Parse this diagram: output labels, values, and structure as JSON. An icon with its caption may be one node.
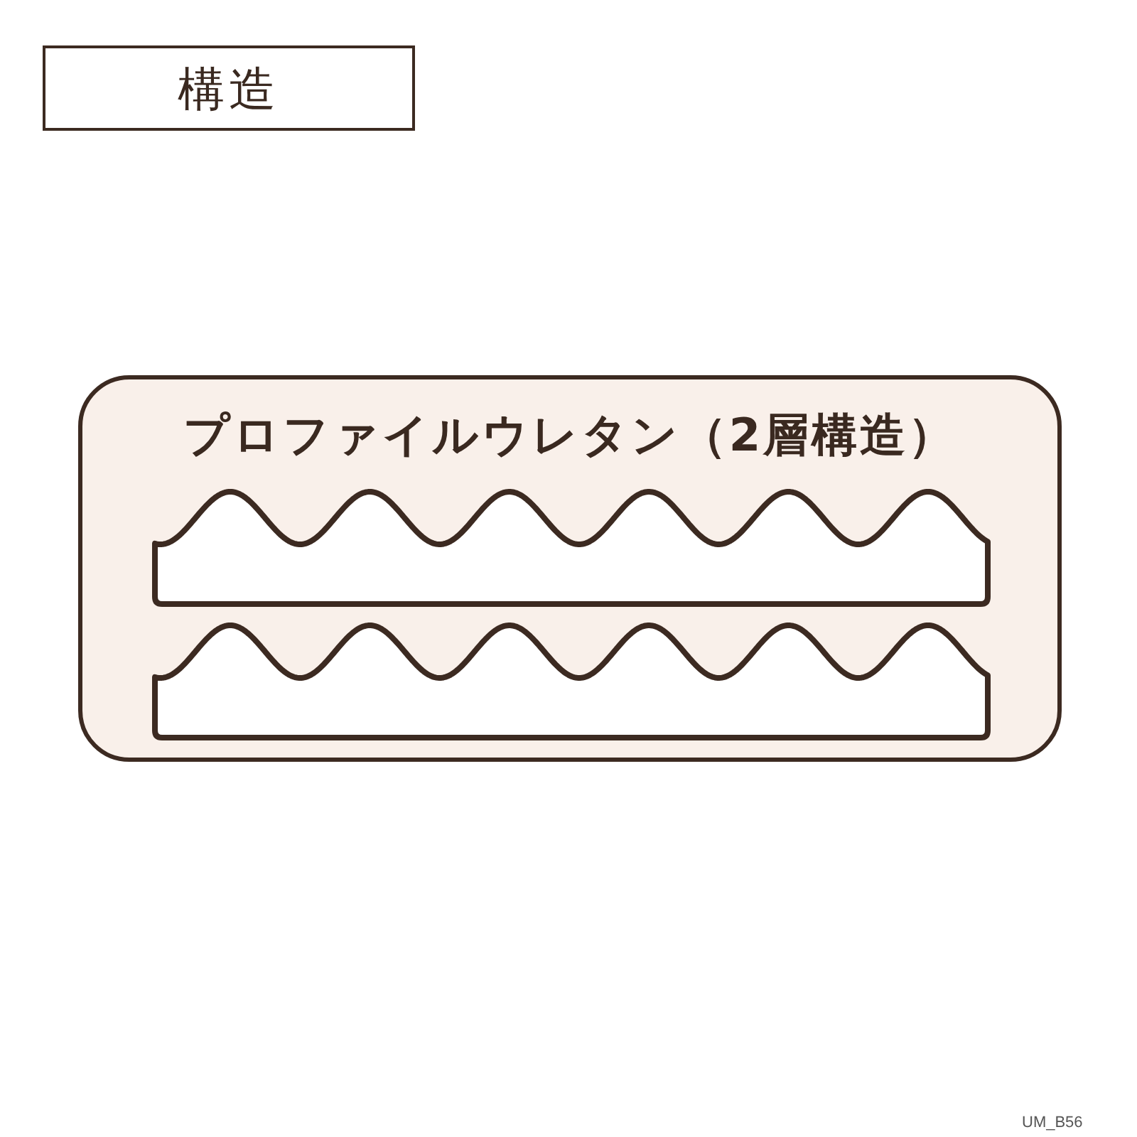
{
  "diagram": {
    "nodes": [
      {
        "text": [
          "構造"
        ]
      },
      {
        "text": [
          "プロファイルウレタン（2層構造）"
        ]
      },
      {
        "text": [],
        "shape": "box",
        "in": 1
      },
      {
        "text": [],
        "shape": "box",
        "in": 1
      }
    ],
    "labels": [
      "UM_B56"
    ]
  }
}
